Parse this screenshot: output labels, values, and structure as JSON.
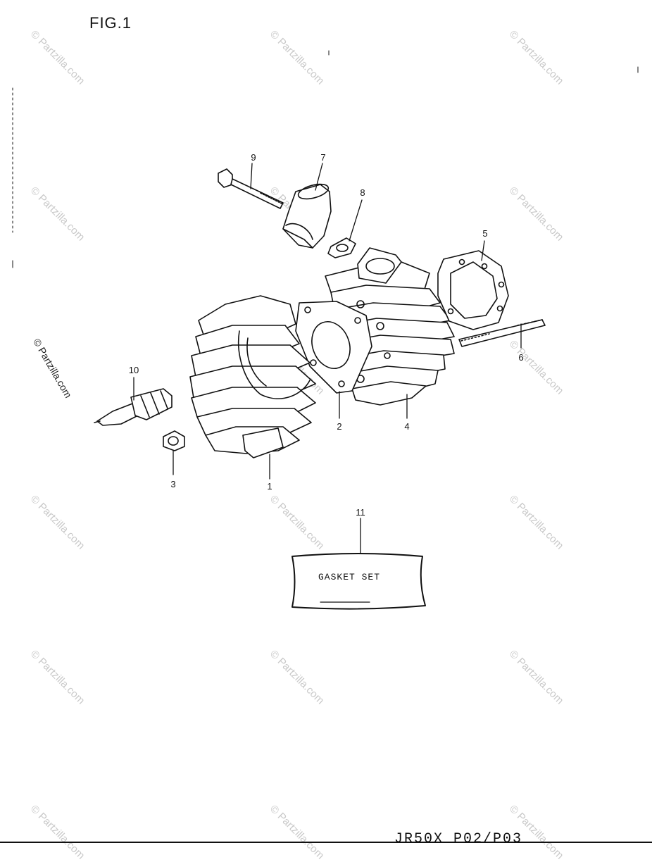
{
  "figure": {
    "title": "FIG.1"
  },
  "callouts": {
    "c1": "1",
    "c2": "2",
    "c3": "3",
    "c4": "4",
    "c5": "5",
    "c6": "6",
    "c7": "7",
    "c8": "8",
    "c9": "9",
    "c10": "10",
    "c11": "11"
  },
  "gasket_set": {
    "label": "GASKET SET"
  },
  "watermark": {
    "text": "© Partzilla.com"
  },
  "footer": {
    "code": "JR50X  P02/P03"
  },
  "colors": {
    "ink": "#111111",
    "watermark": "#c9c9c9",
    "paper": "#ffffff"
  }
}
